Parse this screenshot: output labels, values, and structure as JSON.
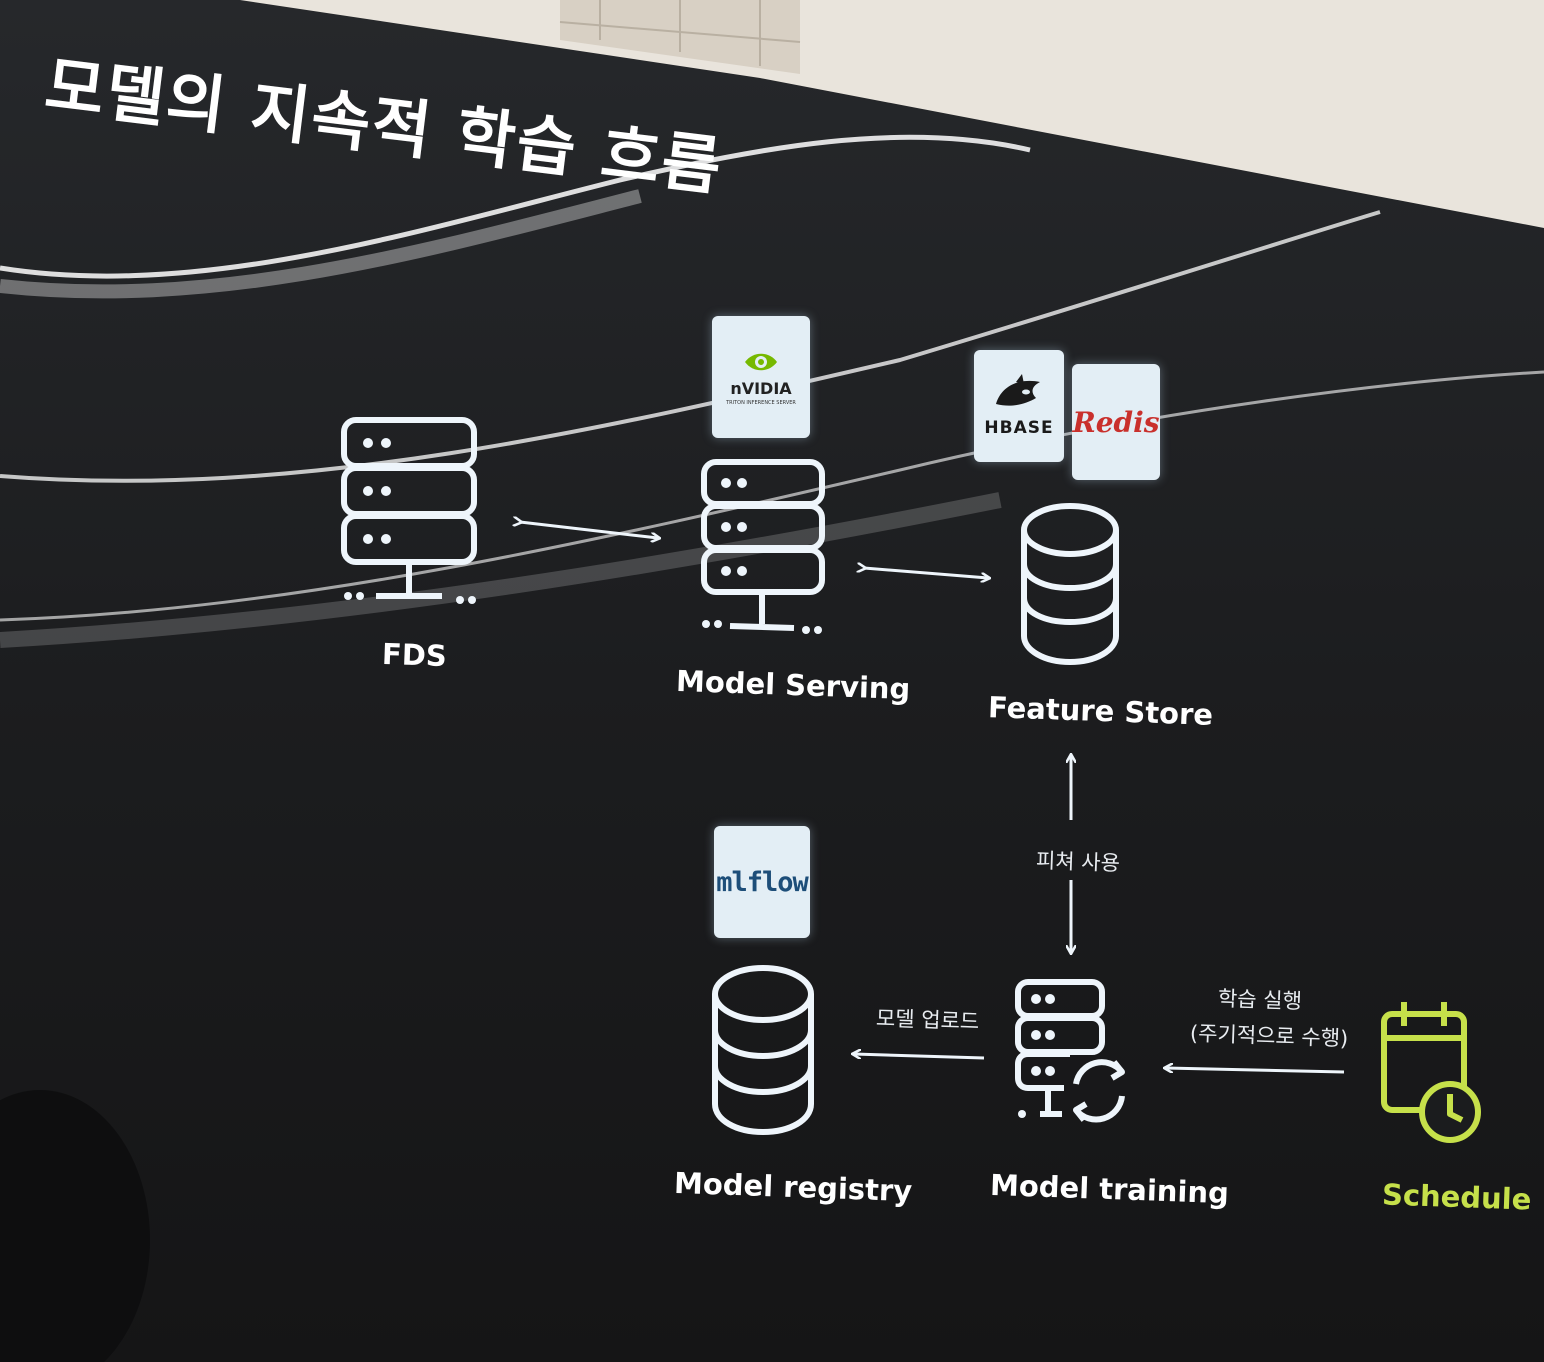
{
  "title": "모델의 지속적 학습 흐름",
  "nodes": {
    "fds": {
      "label": "FDS"
    },
    "model_serving": {
      "label": "Model Serving"
    },
    "feature_store": {
      "label": "Feature Store"
    },
    "model_registry": {
      "label": "Model registry"
    },
    "model_training": {
      "label": "Model training"
    },
    "schedule": {
      "label": "Schedule"
    }
  },
  "edges": {
    "feature_use": "피쳐 사용",
    "model_upload": "모델 업로드",
    "train_run_line1": "학습 실행",
    "train_run_line2": "(주기적으로 수행)"
  },
  "logos": {
    "nvidia": {
      "name": "nvidia-logo",
      "text": "nVIDIA",
      "subtext": "TRITON INFERENCE SERVER"
    },
    "hbase": {
      "name": "hbase-logo",
      "text": "HBASE"
    },
    "redis": {
      "name": "redis-logo",
      "text": "Redis"
    },
    "mlflow": {
      "name": "mlflow-logo",
      "text": "mlflow"
    }
  },
  "colors": {
    "background": "#1b1c1e",
    "icon_stroke": "#eef5fb",
    "accent_green": "#c6e04a",
    "logo_bg": "#e3eef5",
    "redis_red": "#c9302c",
    "nvidia_green": "#76b900"
  }
}
